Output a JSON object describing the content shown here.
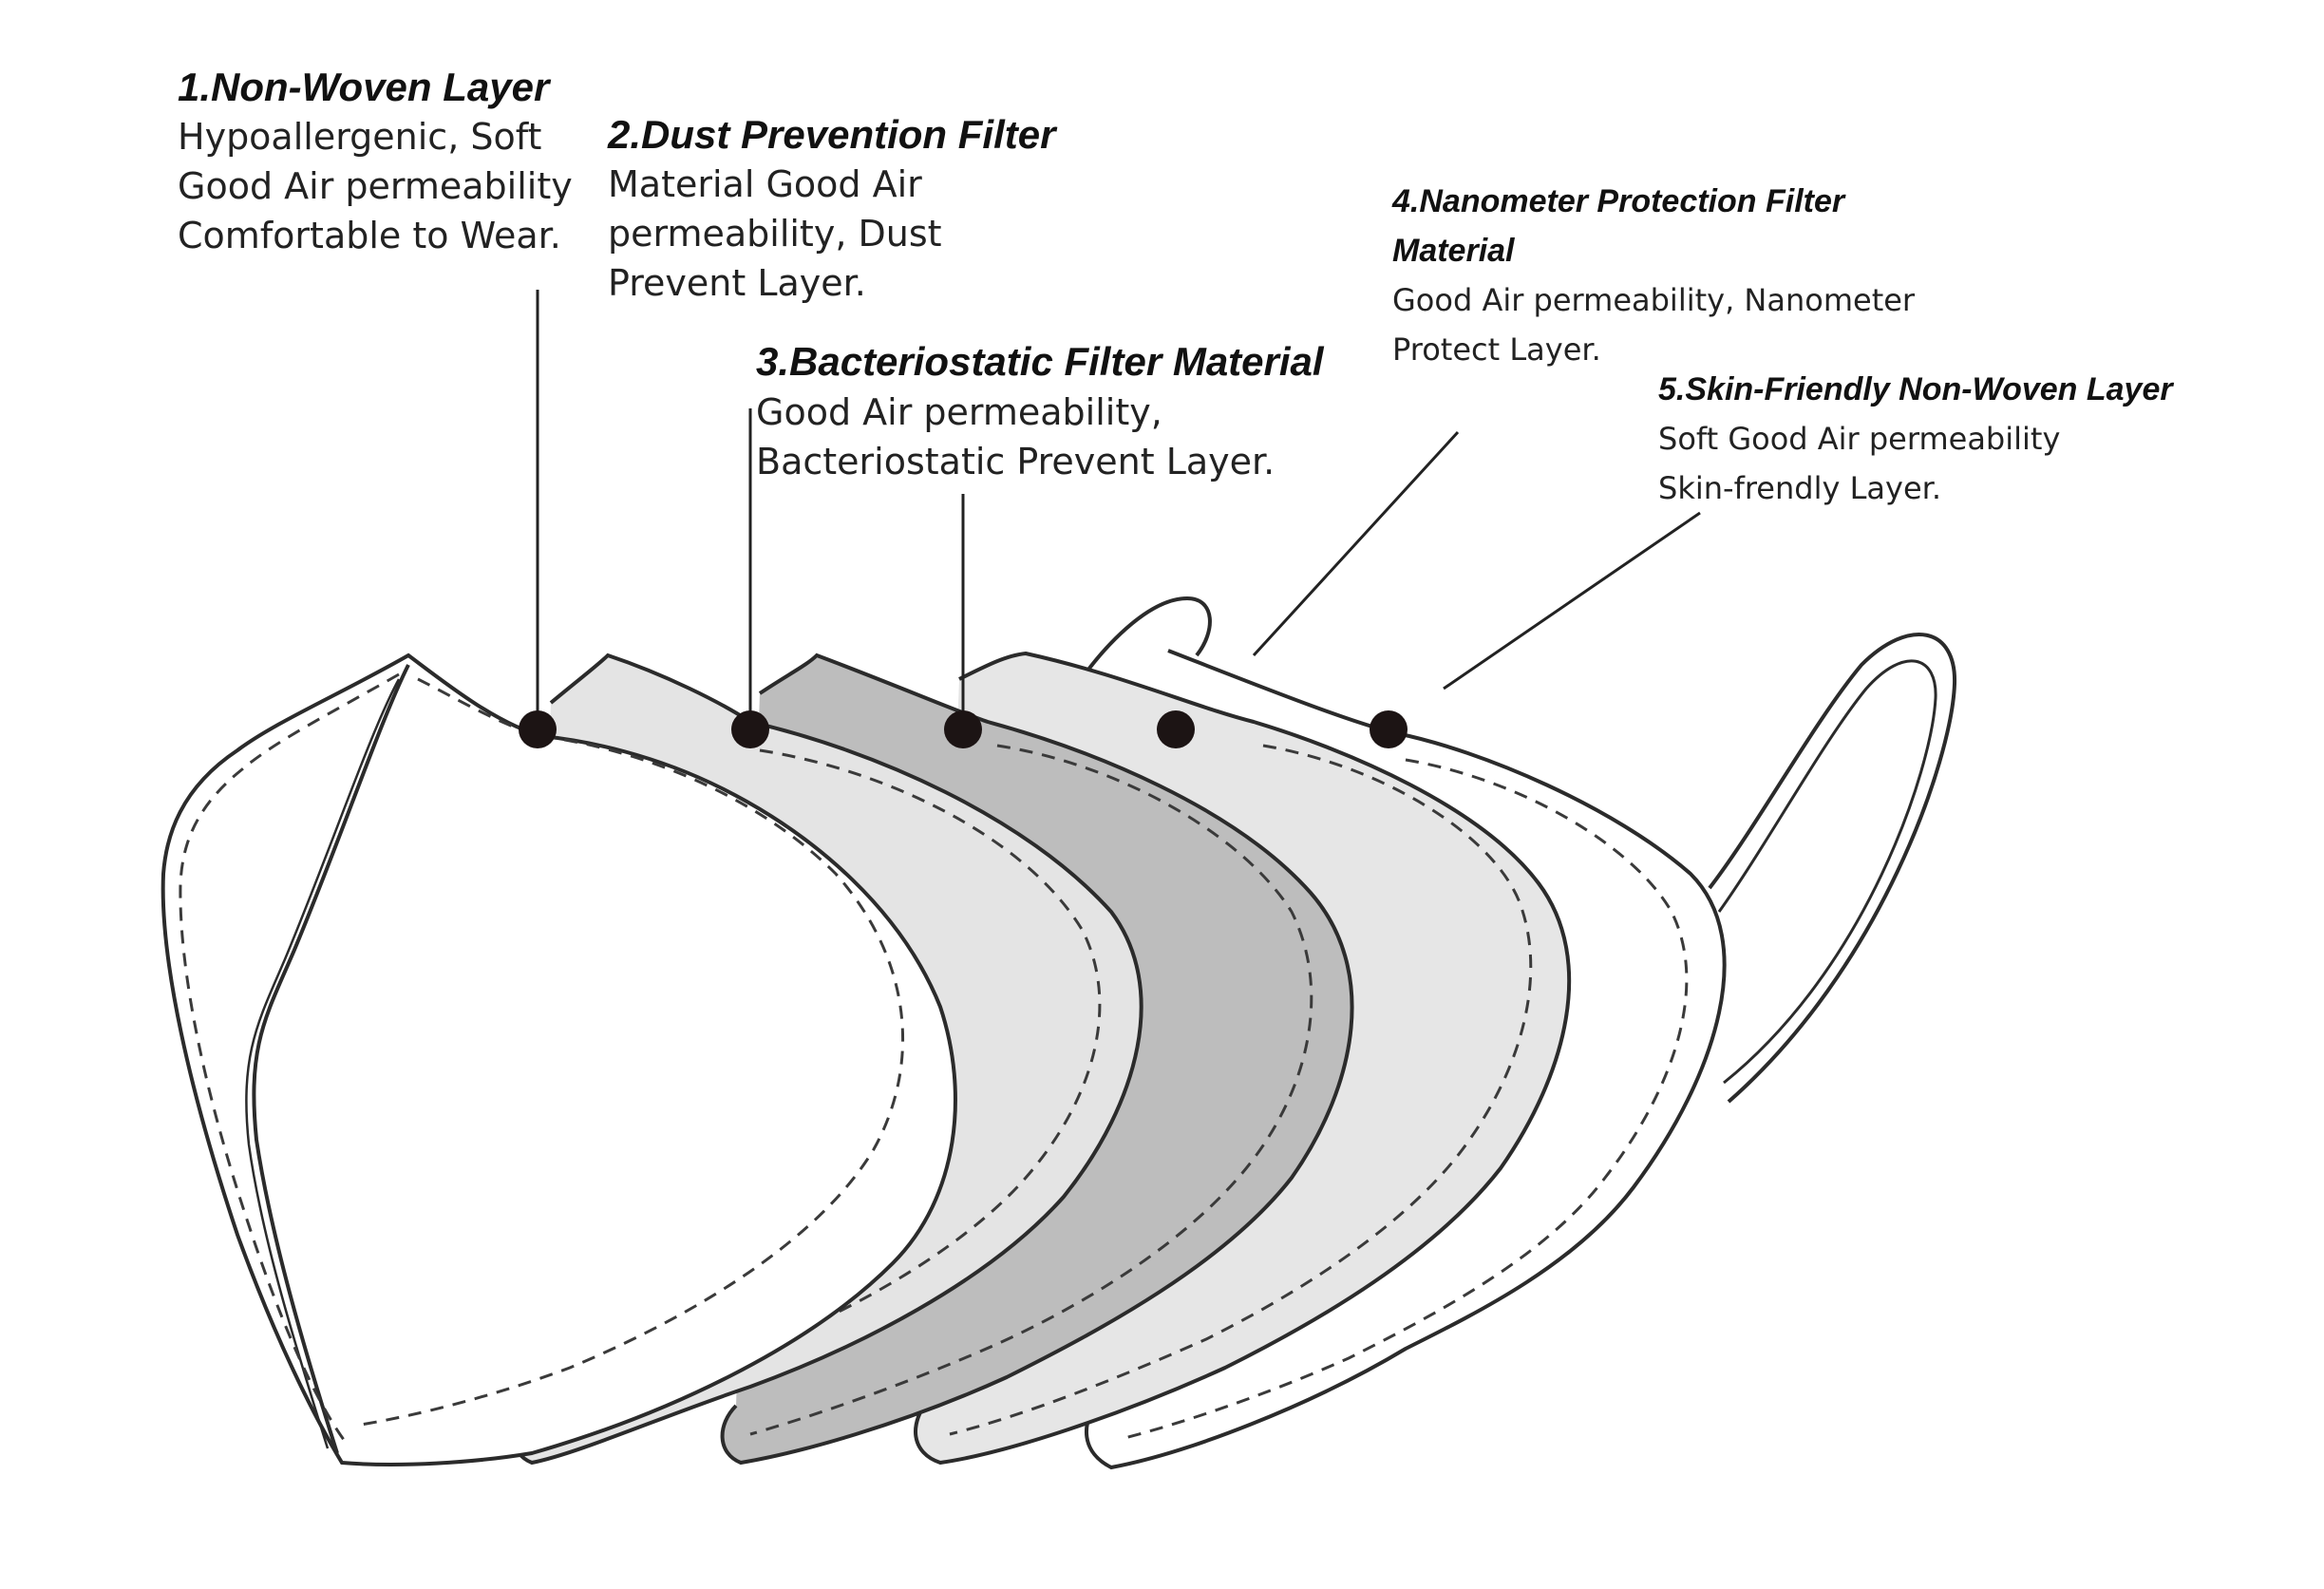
{
  "layers": [
    {
      "title": "1.Non-Woven Layer",
      "lines": [
        "Hypoallergenic, Soft",
        "Good Air permeability",
        "Comfortable to Wear."
      ]
    },
    {
      "title": "2.Dust Prevention Filter",
      "lines": [
        "Material Good Air",
        "permeability, Dust",
        "Prevent Layer."
      ]
    },
    {
      "title": "3.Bacteriostatic Filter Material",
      "lines": [
        "Good Air permeability,",
        "Bacteriostatic Prevent Layer."
      ]
    },
    {
      "title_lines": [
        "4.Nanometer Protection Filter",
        "Material"
      ],
      "lines": [
        "Good Air permeability, Nanometer",
        "Protect Layer."
      ]
    },
    {
      "title": "5.Skin-Friendly Non-Woven Layer",
      "lines": [
        "Soft Good Air permeability",
        "Skin-frendly Layer."
      ]
    }
  ],
  "colors": {
    "outline": "#2b2b2b",
    "dot": "#1c1414",
    "layer1": "#ffffff",
    "layer2": "#e4e4e4",
    "layer3": "#bdbdbd",
    "layer4": "#e6e6e6",
    "layer5": "#ffffff"
  }
}
